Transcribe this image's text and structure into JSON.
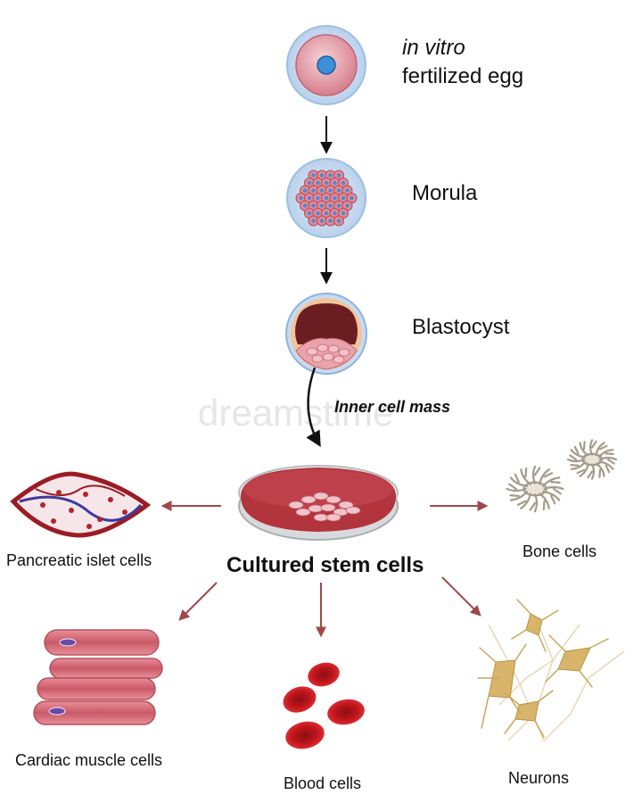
{
  "stages": {
    "egg": {
      "label_italic": "in vitro",
      "label": "fertilized egg"
    },
    "morula": {
      "label": "Morula"
    },
    "blastocyst": {
      "label": "Blastocyst"
    },
    "inner_cell_mass": {
      "label": "Inner cell mass"
    }
  },
  "center": {
    "label": "Cultured stem cells"
  },
  "cell_types": {
    "pancreatic": "Pancreatic islet cells",
    "bone": "Bone cells",
    "cardiac": "Cardiac muscle cells",
    "blood": "Blood cells",
    "neurons": "Neurons"
  },
  "watermark": "dreamstime",
  "colors": {
    "arrow_dark": "#111111",
    "arrow_red": "#a0474a",
    "dish_red": "#b2343d",
    "egg_pink": "#e7aab3",
    "bone": "#c8bfb0",
    "neuron": "#d8b56b"
  }
}
